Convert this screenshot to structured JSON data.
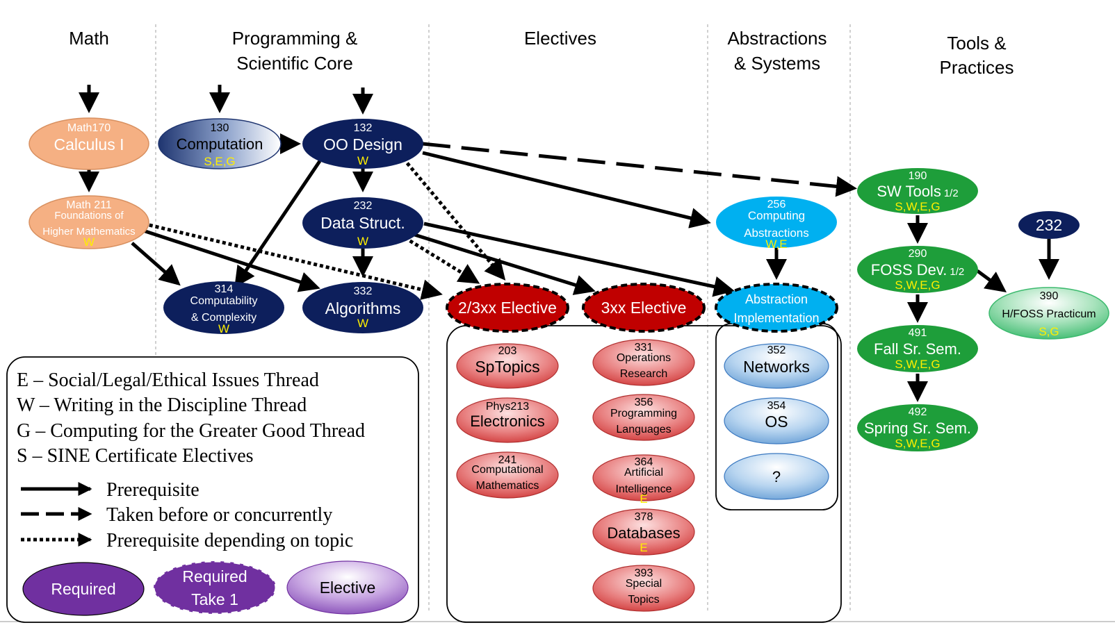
{
  "headers": {
    "math": "Math",
    "prog_1": "Programming &",
    "prog_2": "Scientific Core",
    "electives": "Electives",
    "abs_1": "Abstractions",
    "abs_2": "& Systems",
    "tools_1": "Tools &",
    "tools_2": "Practices"
  },
  "nodes": {
    "math170": {
      "num": "Math170",
      "name": "Calculus I"
    },
    "math211": {
      "num": "Math 211",
      "name_1": "Foundations of",
      "name_2": "Higher Mathematics",
      "thread": "W"
    },
    "c130": {
      "num": "130",
      "name": "Computation",
      "thread": "S,E,G"
    },
    "c132": {
      "num": "132",
      "name": "OO Design",
      "thread": "W"
    },
    "c232": {
      "num": "232",
      "name": "Data Struct.",
      "thread": "W"
    },
    "c314": {
      "num": "314",
      "name_1": "Computability",
      "name_2": "& Complexity",
      "thread": "W"
    },
    "c332": {
      "num": "332",
      "name": "Algorithms",
      "thread": "W"
    },
    "elec23": {
      "name": "2/3xx Elective"
    },
    "elec3": {
      "name": "3xx Elective"
    },
    "absimpl": {
      "name_1": "Abstraction",
      "name_2": "Implementation"
    },
    "c256": {
      "num": "256",
      "name_1": "Computing",
      "name_2": "Abstractions",
      "thread": "W,E"
    },
    "c190": {
      "num": "190",
      "name": "SW Tools",
      "sub": "1/2",
      "thread": "S,W,E,G"
    },
    "c290": {
      "num": "290",
      "name": "FOSS Dev.",
      "sub": "1/2",
      "thread": "S,W,E,G"
    },
    "c491": {
      "num": "491",
      "name": "Fall Sr. Sem.",
      "thread": "S,W,E,G"
    },
    "c492": {
      "num": "492",
      "name": "Spring Sr. Sem.",
      "thread": "S,W,E,G"
    },
    "c232b": {
      "name": "232"
    },
    "c390": {
      "num": "390",
      "name": "H/FOSS Practicum",
      "thread": "S,G"
    },
    "c203": {
      "num": "203",
      "name": "SpTopics"
    },
    "p213": {
      "num": "Phys213",
      "name": "Electronics"
    },
    "c241": {
      "num": "241",
      "name_1": "Computational",
      "name_2": "Mathematics"
    },
    "c331": {
      "num": "331",
      "name_1": "Operations",
      "name_2": "Research"
    },
    "c356": {
      "num": "356",
      "name_1": "Programming",
      "name_2": "Languages"
    },
    "c364": {
      "num": "364",
      "name_1": "Artificial",
      "name_2": "Intelligence",
      "thread": "E"
    },
    "c378": {
      "num": "378",
      "name": "Databases",
      "thread": "E"
    },
    "c393": {
      "num": "393",
      "name_1": "Special",
      "name_2": "Topics"
    },
    "c352": {
      "num": "352",
      "name": "Networks"
    },
    "c354": {
      "num": "354",
      "name": "OS"
    },
    "cq": {
      "name": "?"
    }
  },
  "legend": {
    "e": "E – Social/Legal/Ethical Issues Thread",
    "w": "W – Writing in the Discipline Thread",
    "g": "G – Computing for the Greater Good Thread",
    "s": "S – SINE Certificate Electives",
    "prereq": "Prerequisite",
    "concurrent": "Taken before or concurrently",
    "topic": "Prerequisite depending on topic",
    "required": "Required",
    "req_take_1": "Required",
    "req_take_2": "Take 1",
    "elective": "Elective"
  },
  "colors": {
    "navy": "#0d1f5c",
    "math_orange": "#f5b083",
    "elective_red": "#c00000",
    "light_red": "#e05050",
    "cyan": "#00b0f0",
    "light_blue": "#9dc3e6",
    "green": "#1e9e3a",
    "thread_yellow": "#ffef00",
    "purple": "#7030a0"
  }
}
